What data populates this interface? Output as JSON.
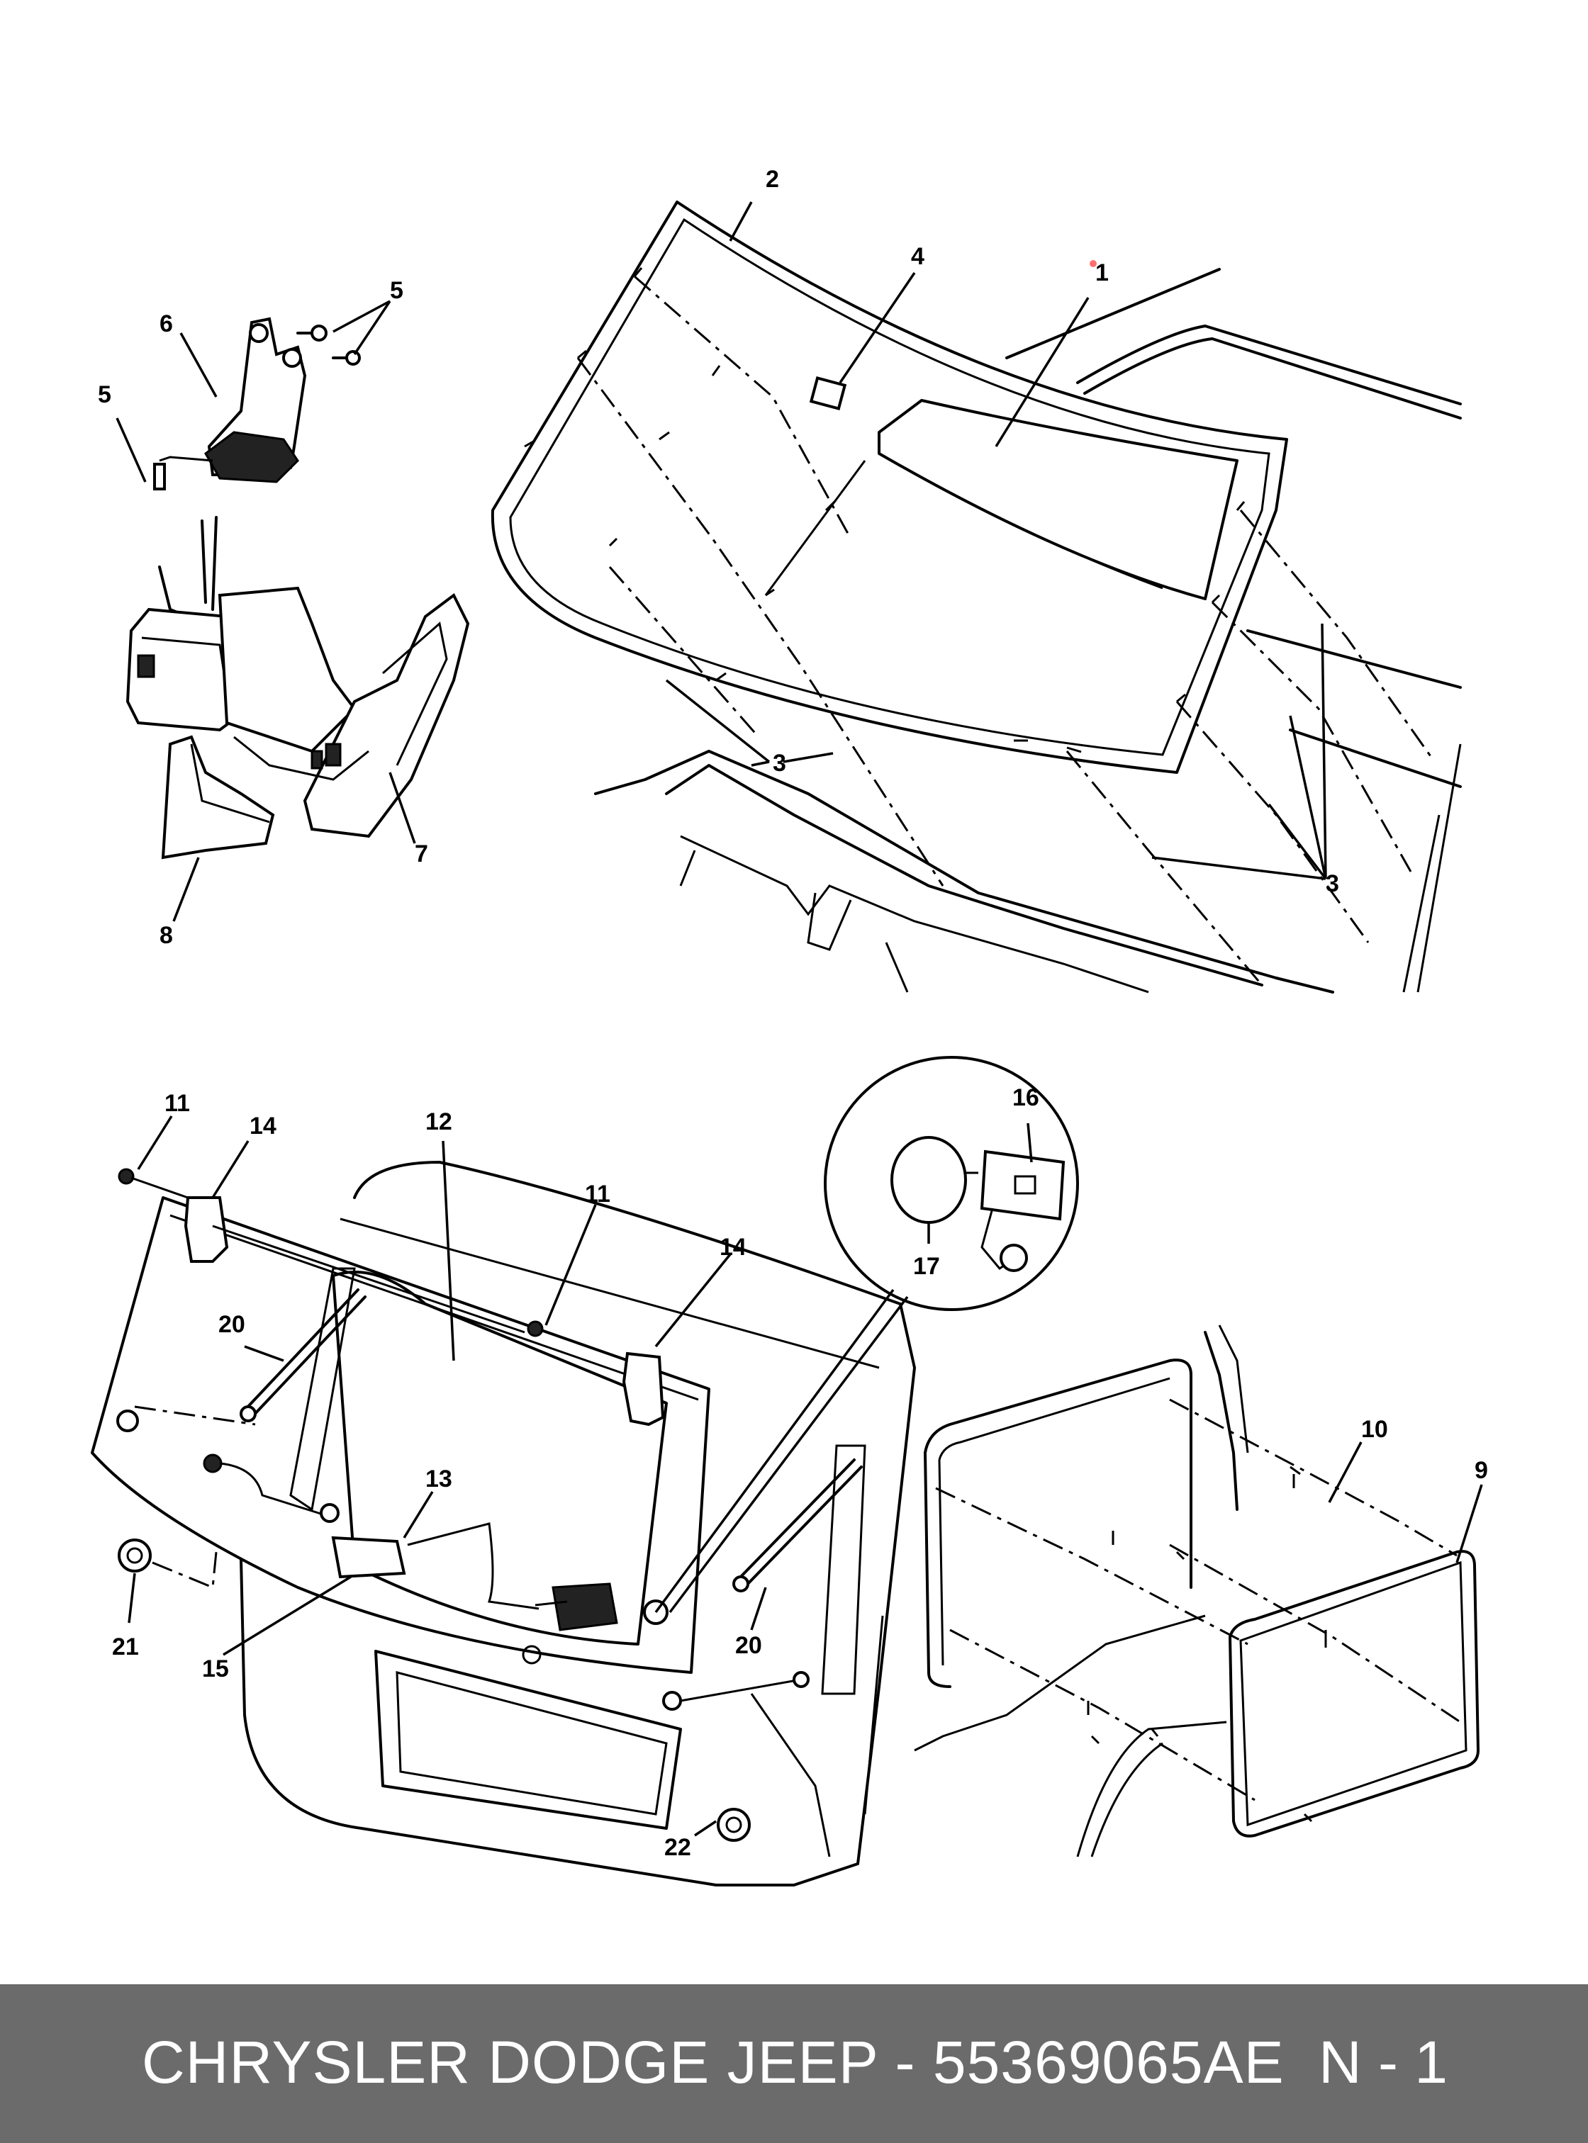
{
  "callouts": {
    "c1": "1",
    "c2": "2",
    "c3a": "3",
    "c3b": "3",
    "c4": "4",
    "c5a": "5",
    "c5b": "5",
    "c6": "6",
    "c7": "7",
    "c8": "8",
    "c9": "9",
    "c10": "10",
    "c11a": "11",
    "c11b": "11",
    "c12": "12",
    "c13": "13",
    "c14a": "14",
    "c14b": "14",
    "c15": "15",
    "c16": "16",
    "c17": "17",
    "c20a": "20",
    "c20b": "20",
    "c21": "21",
    "c22": "22"
  },
  "footer": {
    "title": "CHRYSLER DODGE JEEP - 55369065AE",
    "page": "N - 1"
  },
  "colors": {
    "footer_bg": "#6b6b6b",
    "footer_text": "#ffffff",
    "line": "#000000"
  }
}
